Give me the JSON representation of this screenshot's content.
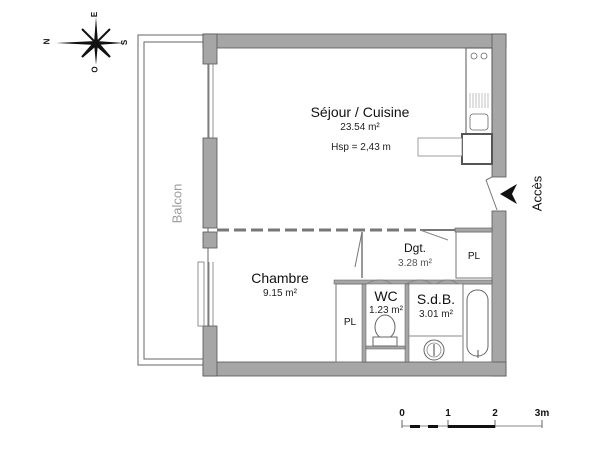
{
  "plan": {
    "rooms": [
      {
        "id": "sejour",
        "name": "Séjour / Cuisine",
        "area": "23.54 m²",
        "extra": "Hsp =  2,43 m"
      },
      {
        "id": "chambre",
        "name": "Chambre",
        "area": "9.15 m²"
      },
      {
        "id": "dgt",
        "name": "Dgt.",
        "area": "3.28 m²"
      },
      {
        "id": "wc",
        "name": "WC",
        "area": "1.23 m²"
      },
      {
        "id": "sdb",
        "name": "S.d.B.",
        "area": "3.01 m²"
      }
    ],
    "closets": [
      {
        "id": "pl-chambre",
        "label": "PL"
      },
      {
        "id": "pl-dgt",
        "label": "PL"
      }
    ],
    "balcony": {
      "label": "Balcon"
    },
    "entrance": {
      "label": "Accès"
    }
  },
  "compass": {
    "north": "N",
    "east": "E",
    "south": "S",
    "west": "O"
  },
  "scale_bar": {
    "ticks": [
      "0",
      "1",
      "2",
      "3m"
    ]
  },
  "colors": {
    "wall": "#a6a6a6",
    "wall_outline": "#555555",
    "line": "#666666",
    "background": "#ffffff"
  }
}
